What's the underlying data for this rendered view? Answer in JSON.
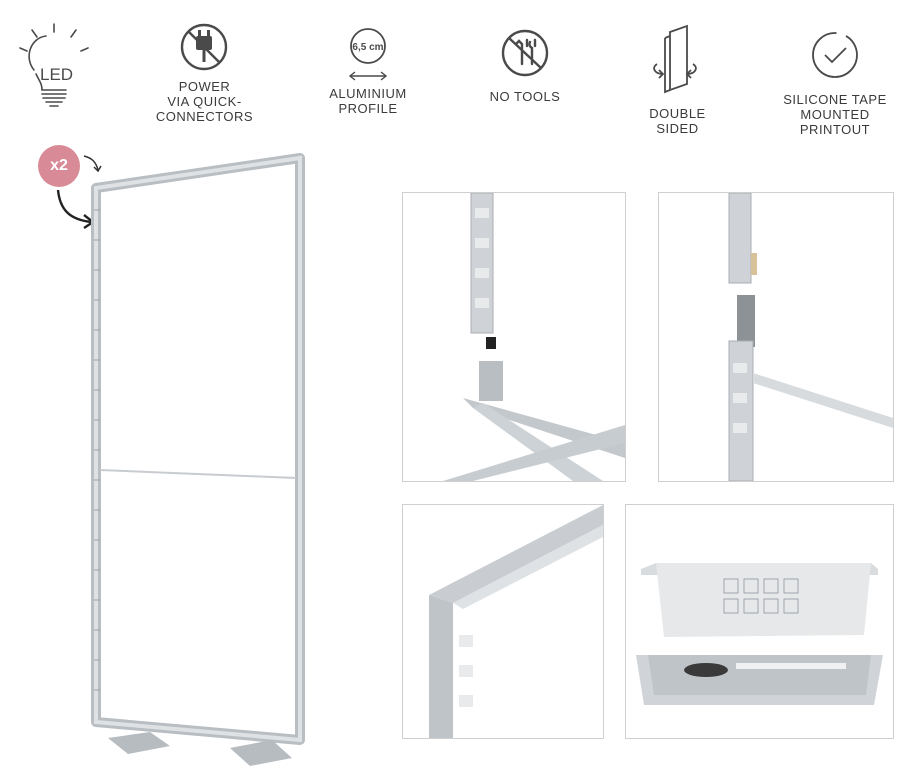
{
  "features": [
    {
      "icon": "led-bulb-icon",
      "label": "",
      "icon_text": "LED"
    },
    {
      "icon": "power-plug-icon",
      "label": "POWER\nVIA QUICK-\nCONNECTORS"
    },
    {
      "icon": "profile-width-icon",
      "label": "ALUMINIUM\nPROFILE",
      "icon_text": "6,5 cm"
    },
    {
      "icon": "no-tools-icon",
      "label": "NO TOOLS"
    },
    {
      "icon": "double-sided-icon",
      "label": "DOUBLE\nSIDED"
    },
    {
      "icon": "silicone-tape-icon",
      "label": "SILICONE TAPE\nMOUNTED\nPRINTOUT"
    }
  ],
  "quantity_badge": "x2",
  "colors": {
    "badge": "#d98a97",
    "frame": "#c9cdd1",
    "frame_dark": "#a8adb2",
    "icon": "#4a4a4a"
  }
}
